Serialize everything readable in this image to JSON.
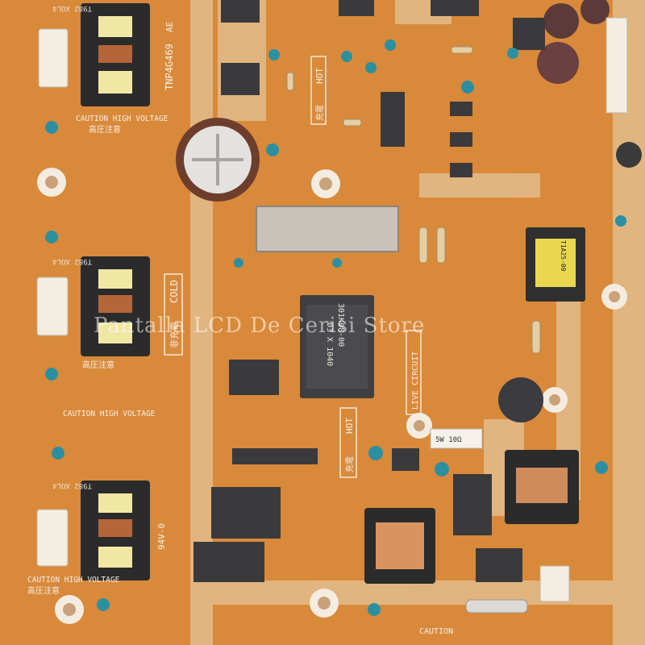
{
  "board": {
    "background": "#d9893a",
    "trace_color": "#c9772c",
    "silk_color": "#f3efe6"
  },
  "silkscreen": {
    "part_number": "TNP4G469",
    "rev": "AE",
    "caution_1": "CAUTION HIGH VOLTAGE",
    "caution_2": "CAUTION HIGH VOLTAGE",
    "caution_3": "CAUTION HIGH VOLTAGE",
    "warning_cjk_1": "高圧注意",
    "warning_cjk_2": "高圧注意",
    "warning_cjk_3": "高圧注意",
    "hot_1": "HOT",
    "hot_2": "HOT",
    "cold": "COLD",
    "live_circuit": "LIVE CIRCUIT",
    "charged_cjk_1": "充電",
    "charged_cjk_2": "充電",
    "non_charged_cjk": "非充電",
    "flammability": "94V-0",
    "bottom_caution": "CAUTION"
  },
  "components": {
    "transformer_1_label": "T982 XOL4",
    "transformer_2_label": "T982 XOL4",
    "transformer_3_label": "T982 XOL4",
    "main_transformer_label_1": "301K08-00",
    "main_transformer_label_2": "03 X 1040",
    "small_transformer_label": "T1A25-00",
    "resistor_label": "5W 10Ω"
  },
  "watermark": {
    "text": "Pantalla LCD De Cerisi Store"
  }
}
